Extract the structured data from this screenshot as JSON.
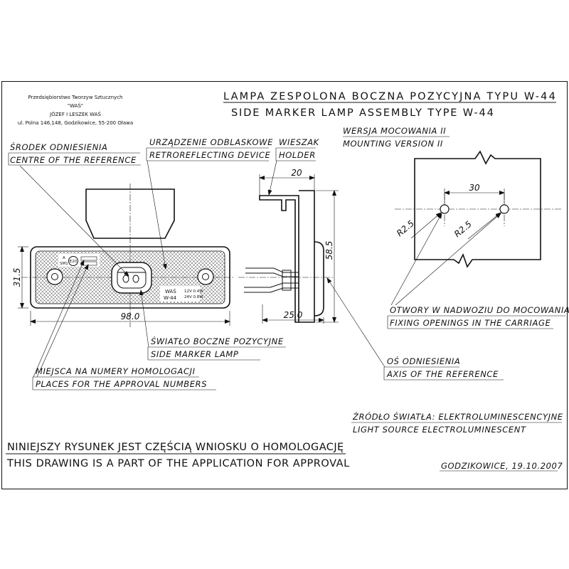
{
  "company": {
    "line1": "Przedsiębiorstwo Tworzyw Sztucznych",
    "line2": "\"WAŚ\"",
    "line3": "JÓZEF I LESZEK WAŚ",
    "line4": "ul. Polna 146,148, Godzikowice, 55-200 Oława"
  },
  "title": {
    "pl": "LAMPA ZESPOLONA BOCZNA POZYCYJNA TYPU W-44",
    "en": "SIDE MARKER LAMP ASSEMBLY TYPE W-44"
  },
  "labels": {
    "reference_centre_pl": "ŚRODEK ODNIESIENIA",
    "reference_centre_en": "CENTRE OF THE REFERENCE",
    "retroreflector_pl": "URZĄDZENIE ODBLASKOWE",
    "retroreflector_en": "RETROREFLECTING DEVICE",
    "holder_pl": "WIESZAK",
    "holder_en": "HOLDER",
    "mounting_pl": "WERSJA MOCOWANIA II",
    "mounting_en": "MOUNTING VERSION II",
    "fixing_pl": "OTWORY W NADWOZIU DO MOCOWANIA",
    "fixing_en": "FIXING OPENINGS IN THE CARRIAGE",
    "side_marker_pl": "ŚWIATŁO BOCZNE POZYCYJNE",
    "side_marker_en": "SIDE MARKER LAMP",
    "axis_pl": "OŚ ODNIESIENIA",
    "axis_en": "AXIS OF THE REFERENCE",
    "approval_places_pl": "MIEJSCA NA NUMERY HOMOLOGACJI",
    "approval_places_en": "PLACES FOR THE APPROVAL NUMBERS",
    "light_source_pl": "ŹRÓDŁO ŚWIATŁA: ELEKTROLUMINESCENCYJNE",
    "light_source_en": "LIGHT SOURCE ELECTROLUMINESCENT"
  },
  "dimensions": {
    "width": "98.0",
    "height": "31.5",
    "depth": "25.0",
    "total_height": "58.5",
    "holder_width": "20",
    "hole_spacing": "30",
    "radius": "R2.5"
  },
  "marking": {
    "brand": "WAŚ",
    "model": "W-44",
    "rating_12v": "12V 0.4W",
    "rating_24v": "24V 0.8W",
    "approval_mark": "E20",
    "code_a": "A",
    "code_sm": "SM1"
  },
  "footer": {
    "note_pl": "NINIEJSZY RYSUNEK JEST CZĘŚCIĄ WNIOSKU O HOMOLOGACJĘ",
    "note_en": "THIS DRAWING IS A PART OF THE APPLICATION FOR APPROVAL",
    "place_date": "GODZIKOWICE, 19.10.2007"
  }
}
